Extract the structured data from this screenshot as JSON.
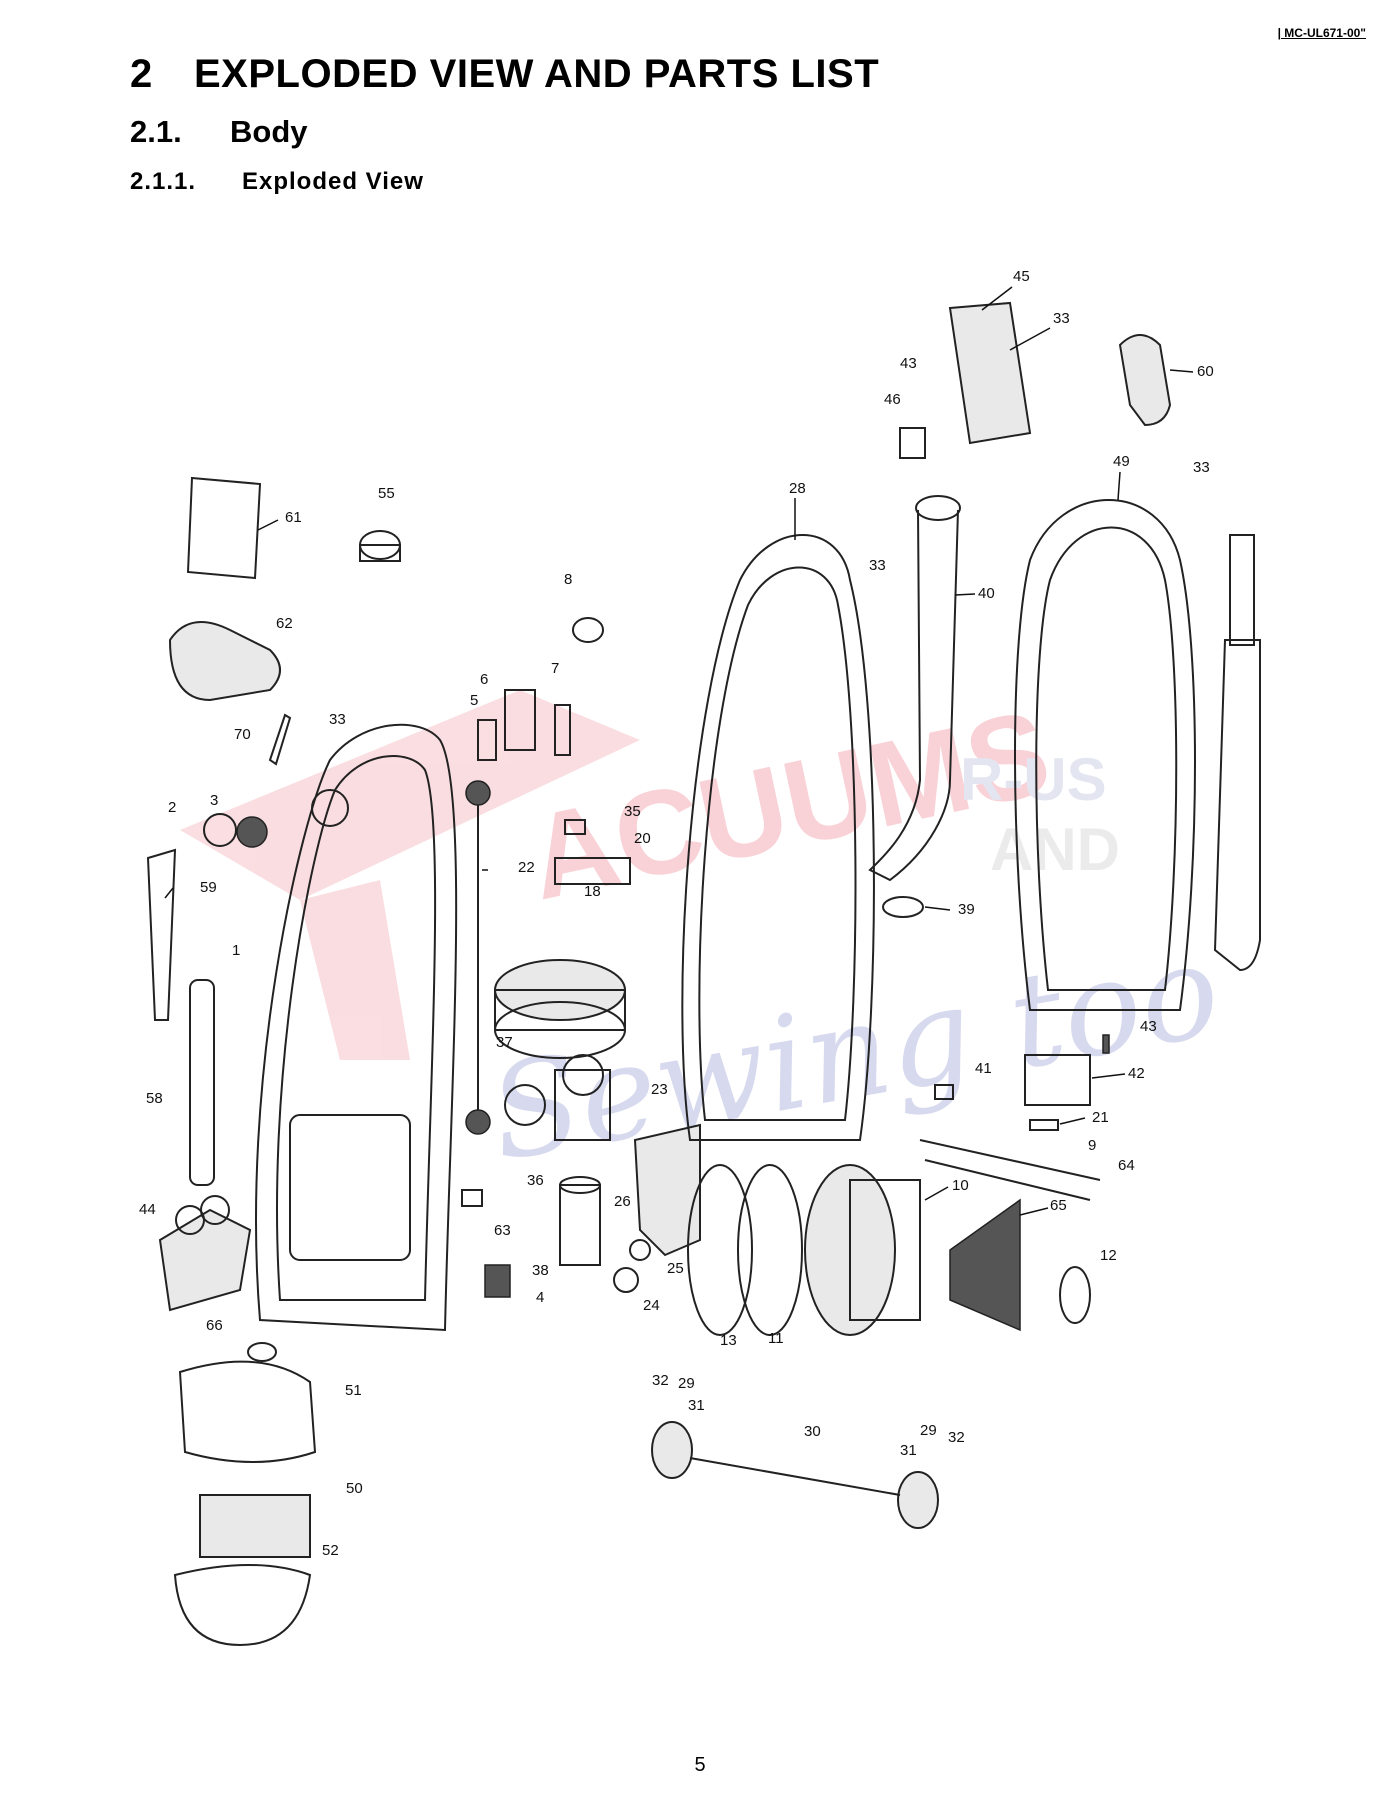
{
  "doc_code": "| MC-UL671-00\"",
  "heading1": {
    "num": "2",
    "text": "EXPLODED VIEW AND PARTS LIST"
  },
  "heading2": {
    "num": "2.1.",
    "text": "Body"
  },
  "heading3": {
    "num": "2.1.1.",
    "text": "Exploded View"
  },
  "watermark": "VACUUMS R-US AND Sewing too",
  "callouts": [
    "45",
    "33",
    "43",
    "46",
    "60",
    "49",
    "33",
    "28",
    "33",
    "40",
    "61",
    "55",
    "8",
    "62",
    "6",
    "7",
    "5",
    "33",
    "70",
    "2",
    "3",
    "35",
    "20",
    "22",
    "59",
    "18",
    "1",
    "37",
    "23",
    "58",
    "44",
    "36",
    "63",
    "26",
    "38",
    "25",
    "4",
    "24",
    "66",
    "13",
    "11",
    "10",
    "65",
    "12",
    "51",
    "32",
    "29",
    "31",
    "30",
    "29",
    "31",
    "32",
    "50",
    "52",
    "39",
    "41",
    "43",
    "42",
    "21",
    "9",
    "64"
  ],
  "page_number": "5"
}
